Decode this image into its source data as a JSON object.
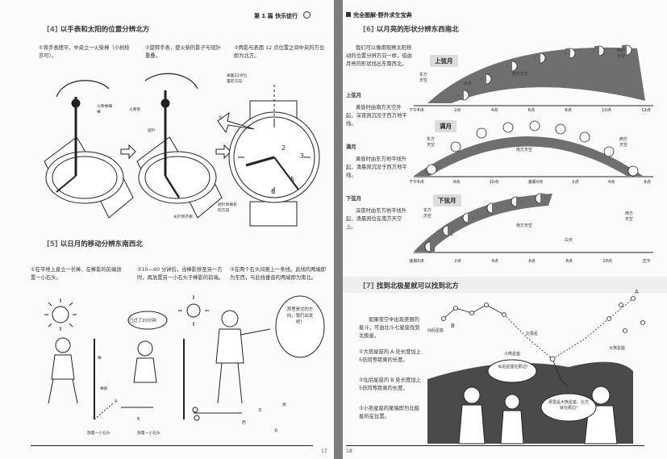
{
  "left": {
    "header": {
      "chapter": "第 1 篇 快乐徒行",
      "icon": "compass-icon"
    },
    "sec4": {
      "number": "[4]",
      "title": "以手表和太阳的位置分辨北方",
      "step1": "①将手表摆平，中央立一火柴棒（小树枝亦可）。",
      "step2": "②旋转手表，使火柴的影子与短针重叠。",
      "step3": "③两影与表面 12 点位置之间中央的方位即为北方。",
      "labels": {
        "match": "火柴棒细棒",
        "shadow": "火柴影",
        "hour": "短针",
        "twelve": "表面12点位置的方向",
        "north": "北",
        "pointer": "短针和棒影的方向",
        "minute": "长针则不看"
      }
    },
    "sec5": {
      "number": "[5]",
      "title": "以日月的移动分辨东南西北",
      "step1": "①在平地上直立一长棒，在棒影的前端放置一小石头。",
      "step2": "②10—60 分钟后，当棒影移至另一方时，再放置另一小石头于棒影的前端。",
      "step3": "③在两个石头间画上一条线。此线的两端即为东西，与此线垂直的两端即为南北。",
      "bubble1": "已过了20分钟",
      "bubble2": "那里是北的方向，我们出发吧！",
      "labels": {
        "stick": "棒",
        "shadow": "棒影",
        "a": "A",
        "b": "B",
        "stone1": "放置一小石头",
        "stone2": "放置一小石头",
        "e": "东",
        "w": "西",
        "s": "南",
        "n": "北"
      }
    },
    "page_number": "17"
  },
  "right": {
    "header": {
      "book": "完全图解·野外求生宝典"
    },
    "sec6": {
      "number": "[6]",
      "title": "以月亮的形状分辨东西南北",
      "intro": "我们可以像用观察太阳移动的位置分辨方向一样，借由月亮的形状找出东南西北。",
      "phases": [
        {
          "name": "上弦月",
          "desc": "黄昏时由南方天空升起，深夜则沉没于西方地平线。"
        },
        {
          "name": "满月",
          "desc": "黄昏时由东方地平线升起，清晨则沉没于西方地平线。"
        },
        {
          "name": "下弦月",
          "desc": "深夜时由东方地平线升起，清晨则位在南方天空上。"
        }
      ],
      "desc_titles": [
        "上弦月",
        "满月",
        "下弦月"
      ],
      "ticks1": [
        "下午6点",
        "2点",
        "4点",
        "6点",
        "8点",
        "10点",
        "12点"
      ],
      "ticks2": [
        "下午6点",
        "8点",
        "10点",
        "凌晨0点",
        "2点",
        "4点",
        "6点"
      ],
      "ticks3": [
        "凌晨0点",
        "2点",
        "4点",
        "6点",
        "8点",
        "10点",
        "正午"
      ],
      "sky": {
        "east": "东方天空",
        "south": "南方天空",
        "west": "西方天空",
        "white": "白天"
      }
    },
    "sec7": {
      "number": "[7]",
      "title": "找到北极星就可以找到北方",
      "intro": "如果夜空中出现美丽的星斗，可由北斗七星座找到北极星。",
      "point1": "①大熊星座的 A 处长度加上5倍同等距离的长度。",
      "point2": "②仙后星座的 B 处长度加上5倍同等距离的长度。",
      "point3": "③小熊星座的尾端即为北极星所在位置。",
      "labels": {
        "cassiopeia": "仙后星座",
        "polaris": "北极星",
        "ursa_minor": "小熊星座",
        "ursa_major": "大熊星座",
        "a": "A",
        "b": "B"
      },
      "bubble1": "仙后星座在那边!",
      "bubble2": "那里是大熊星座、北方就在那边!"
    },
    "page_number": "18"
  }
}
